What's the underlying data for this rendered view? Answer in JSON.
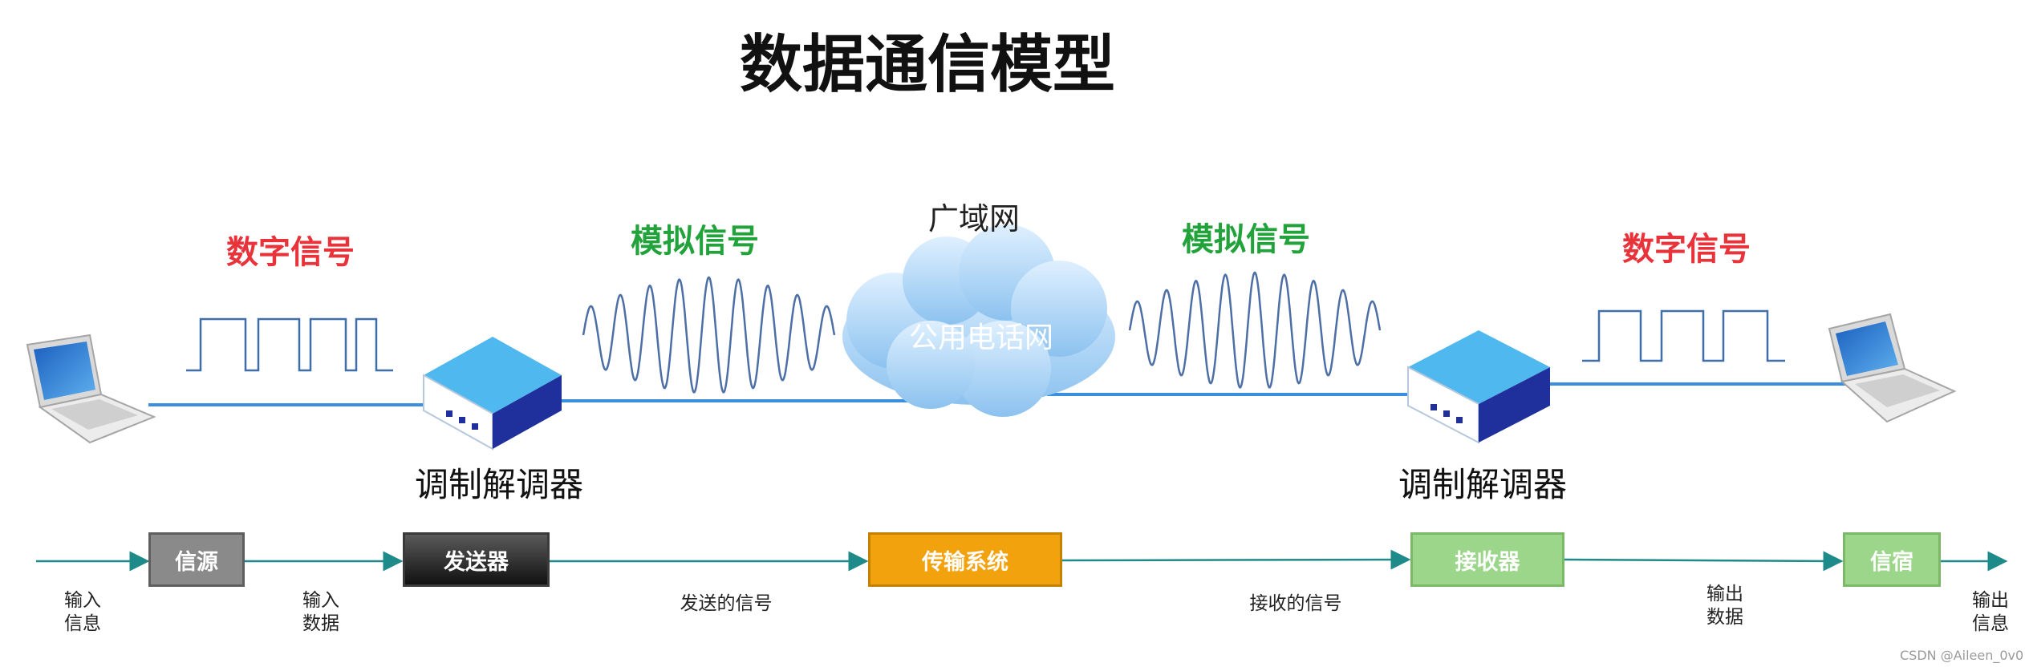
{
  "title": "数据通信模型",
  "top_labels": {
    "left_digital": "数字信号",
    "left_analog": "模拟信号",
    "wan": "广域网",
    "cloud": "公用电话网",
    "right_analog": "模拟信号",
    "right_digital": "数字信号"
  },
  "modems": {
    "left_label": "调制解调器",
    "right_label": "调制解调器"
  },
  "flow": {
    "boxes": {
      "source": "信源",
      "transmitter": "发送器",
      "transmission": "传输系统",
      "receiver": "接收器",
      "sink": "信宿"
    },
    "labels": {
      "input_info": "输入\n信息",
      "input_data": "输入\n数据",
      "sent_signal": "发送的信号",
      "received_signal": "接收的信号",
      "output_data": "输出\n数据",
      "output_info": "输出\n信息"
    }
  },
  "credit": "CSDN @Aileen_0v0",
  "colors": {
    "digital": "#e8333a",
    "analog": "#22a23a",
    "link_line": "#3a8fe0",
    "flow_arrow": "#1f8a8a",
    "source_box": "#8a8a8a",
    "transmitter_box": "#222222",
    "transmission_box": "#f2a20c",
    "receiver_box": "#9bd68a",
    "sink_box": "#9bd68a"
  },
  "icons": [
    "laptop-icon",
    "modem-icon",
    "cloud-icon",
    "square-wave-icon",
    "analog-wave-icon"
  ]
}
